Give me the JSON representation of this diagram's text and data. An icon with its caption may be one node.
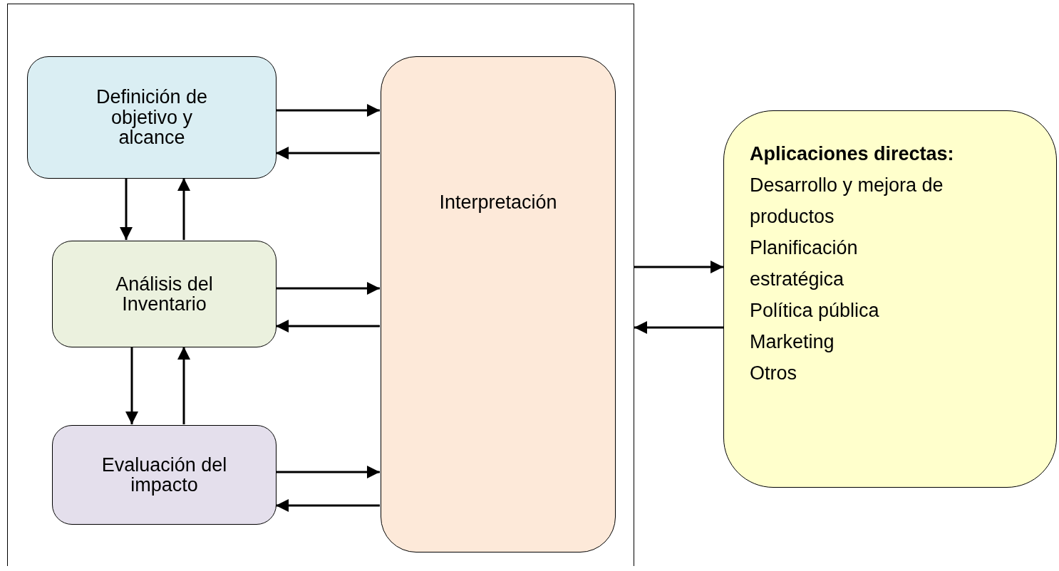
{
  "diagram": {
    "nodes": [
      {
        "text": [],
        "shape": "box"
      },
      {
        "text": [
          "Definición de objetivo y alcance"
        ],
        "in": 0
      },
      {
        "text": [
          "Interpretación"
        ],
        "in": 0
      },
      {
        "text": [
          "Análisis del Inventario"
        ],
        "in": 0
      },
      {
        "text": [
          "Evaluación del impacto"
        ],
        "in": 0
      },
      {
        "text": [
          "Aplicaciones directas:",
          "Desarrollo y mejora de productos",
          "Planificación estratégica",
          "Política pública",
          "Marketing",
          "Otros"
        ]
      }
    ],
    "edges": [
      {
        "from": 1,
        "to": 2,
        "arrow": "to"
      },
      {
        "from": 2,
        "to": 1,
        "arrow": "to"
      },
      {
        "from": 1,
        "to": 3,
        "arrow": "to"
      },
      {
        "from": 3,
        "to": 1,
        "arrow": "to"
      },
      {
        "from": 3,
        "to": 2,
        "arrow": "to"
      },
      {
        "from": 2,
        "to": 3,
        "arrow": "to"
      },
      {
        "from": 3,
        "to": 4,
        "arrow": "to"
      },
      {
        "from": 4,
        "to": 3,
        "arrow": "to"
      },
      {
        "from": 4,
        "to": 2,
        "arrow": "to"
      },
      {
        "from": 2,
        "to": 4,
        "arrow": "to"
      },
      {
        "from": 0,
        "to": 5,
        "arrow": "to"
      },
      {
        "from": 5,
        "to": 0,
        "arrow": "to"
      }
    ]
  }
}
